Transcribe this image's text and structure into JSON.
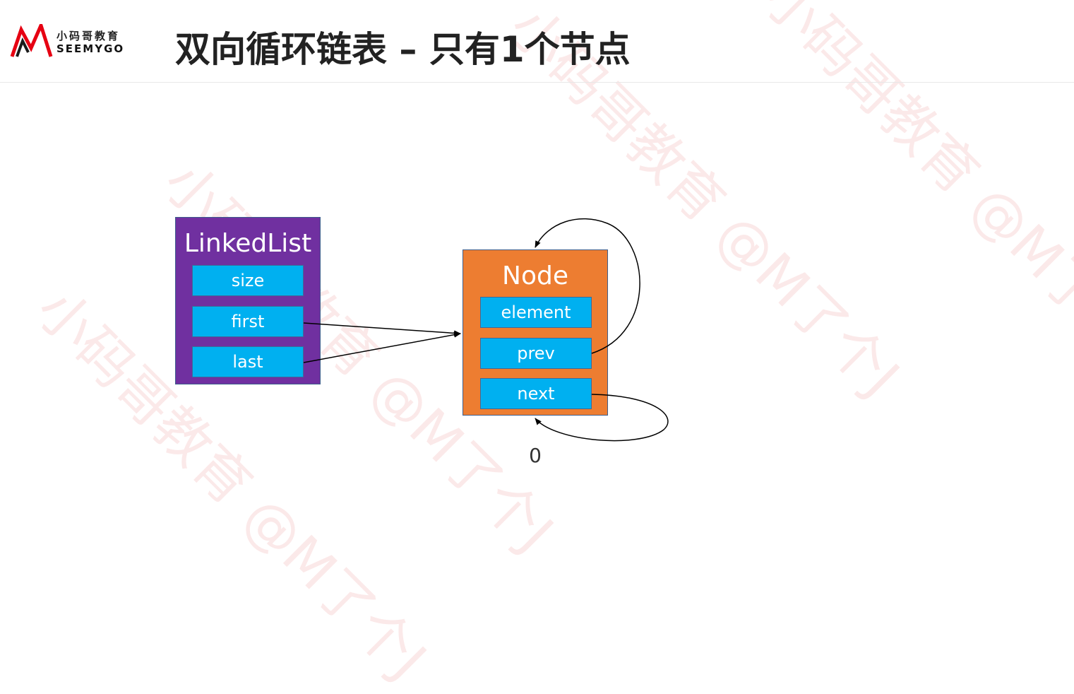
{
  "header": {
    "logo_cn": "小码哥教育",
    "logo_en": "SEEMYGO",
    "title": "双向循环链表 – 只有1个节点"
  },
  "watermark": "小码哥教育 @M了个J",
  "linked_list": {
    "title": "LinkedList",
    "fields": [
      "size",
      "first",
      "last"
    ],
    "color": "#7030a0"
  },
  "node": {
    "title": "Node",
    "fields": [
      "element",
      "prev",
      "next"
    ],
    "color": "#ed7d31",
    "index": "0"
  },
  "field_color": "#00b0f0",
  "logo_colors": {
    "red": "#e60012",
    "dark": "#1a1a1a"
  }
}
